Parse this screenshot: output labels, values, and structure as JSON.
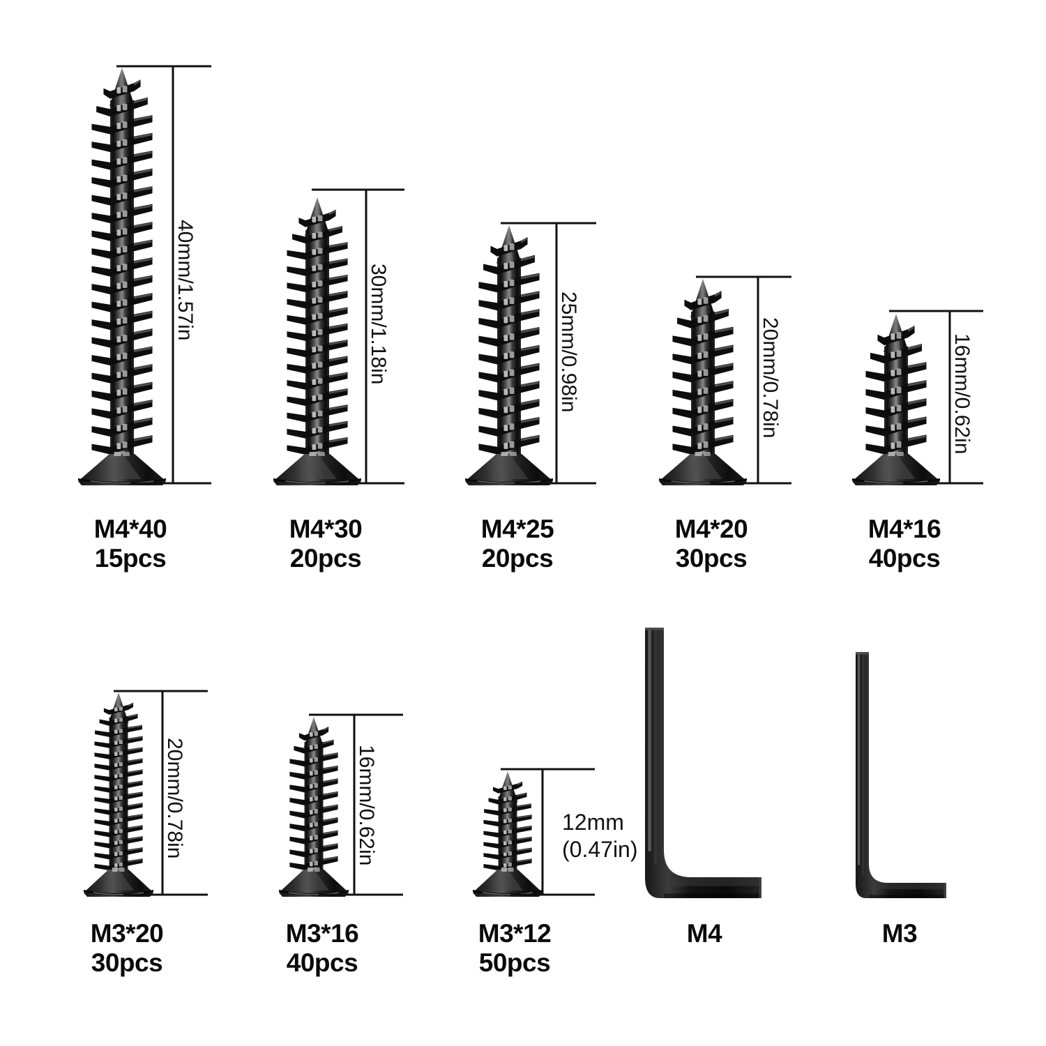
{
  "page": {
    "background_color": "#ffffff",
    "metal_color": "#161616",
    "line_color": "#111111",
    "text_color": "#0a0a0a"
  },
  "rows": [
    {
      "row_name": "m4-screw-row",
      "items": [
        {
          "id": "m4-40",
          "type": "screw",
          "size_label": "M4*40",
          "count_label": "15pcs",
          "dim_label": "40mm/1.57in",
          "dim_orientation": "vertical",
          "length_mm": 40,
          "pieces": 15,
          "thread_turns": 21,
          "head_width": 126
        },
        {
          "id": "m4-30",
          "type": "screw",
          "size_label": "M4*30",
          "count_label": "20pcs",
          "dim_label": "30mm/1.18in",
          "dim_orientation": "vertical",
          "length_mm": 30,
          "pieces": 20,
          "thread_turns": 15,
          "head_width": 126
        },
        {
          "id": "m4-25",
          "type": "screw",
          "size_label": "M4*25",
          "count_label": "20pcs",
          "dim_label": "25mm/0.98in",
          "dim_orientation": "vertical",
          "length_mm": 25,
          "pieces": 20,
          "thread_turns": 12,
          "head_width": 126
        },
        {
          "id": "m4-20",
          "type": "screw",
          "size_label": "M4*20",
          "count_label": "30pcs",
          "dim_label": "20mm/0.78in",
          "dim_orientation": "vertical",
          "length_mm": 20,
          "pieces": 30,
          "thread_turns": 9,
          "head_width": 126
        },
        {
          "id": "m4-16",
          "type": "screw",
          "size_label": "M4*16",
          "count_label": "40pcs",
          "dim_label": "16mm/0.62in",
          "dim_orientation": "vertical",
          "length_mm": 16,
          "pieces": 40,
          "thread_turns": 7,
          "head_width": 126
        }
      ]
    },
    {
      "row_name": "m3-screw-and-key-row",
      "items": [
        {
          "id": "m3-20",
          "type": "screw",
          "size_label": "M3*20",
          "count_label": "30pcs",
          "dim_label": "20mm/0.78in",
          "dim_orientation": "vertical",
          "length_mm": 20,
          "pieces": 30,
          "thread_turns": 15,
          "head_width": 100
        },
        {
          "id": "m3-16",
          "type": "screw",
          "size_label": "M3*16",
          "count_label": "40pcs",
          "dim_label": "16mm/0.62in",
          "dim_orientation": "vertical",
          "length_mm": 16,
          "pieces": 40,
          "thread_turns": 11,
          "head_width": 100
        },
        {
          "id": "m3-12",
          "type": "screw",
          "size_label": "M3*12",
          "count_label": "50pcs",
          "dim_label_line1": "12mm",
          "dim_label_line2": "(0.47in)",
          "dim_orientation": "horizontal",
          "length_mm": 12,
          "pieces": 50,
          "thread_turns": 8,
          "head_width": 100
        },
        {
          "id": "hex-key-m4",
          "type": "hex-key",
          "size_label": "M4",
          "count_label": ""
        },
        {
          "id": "hex-key-m3",
          "type": "hex-key",
          "size_label": "M3",
          "count_label": ""
        }
      ]
    }
  ]
}
